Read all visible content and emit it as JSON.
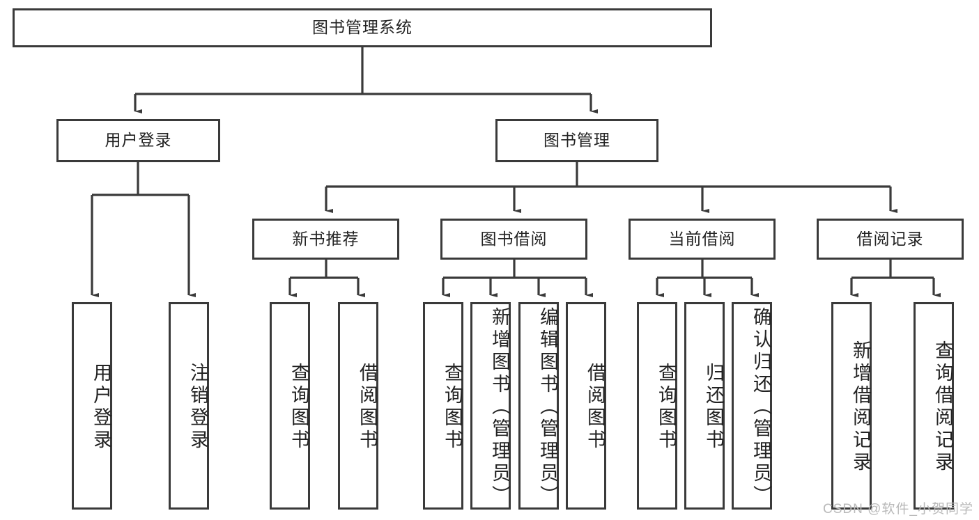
{
  "diagram": {
    "title": "图书管理系统",
    "type": "hierarchy-tree",
    "levels": 4,
    "root": {
      "id": "root",
      "label": "图书管理系统"
    },
    "level2": [
      {
        "id": "user-login",
        "label": "用户登录"
      },
      {
        "id": "book-management",
        "label": "图书管理"
      }
    ],
    "level3": [
      {
        "id": "new-book-recommend",
        "label": "新书推荐",
        "parent": "book-management"
      },
      {
        "id": "book-borrow",
        "label": "图书借阅",
        "parent": "book-management"
      },
      {
        "id": "current-borrow",
        "label": "当前借阅",
        "parent": "book-management"
      },
      {
        "id": "borrow-record",
        "label": "借阅记录",
        "parent": "book-management"
      }
    ],
    "leaves": [
      {
        "id": "leaf-user-login",
        "label": "用户登录",
        "parent": "user-login"
      },
      {
        "id": "leaf-logout-login",
        "label": "注销登录",
        "parent": "user-login"
      },
      {
        "id": "leaf-query-book-1",
        "label": "查询图书",
        "parent": "new-book-recommend"
      },
      {
        "id": "leaf-borrow-book-1",
        "label": "借阅图书",
        "parent": "new-book-recommend"
      },
      {
        "id": "leaf-query-book-2",
        "label": "查询图书",
        "parent": "book-borrow"
      },
      {
        "id": "leaf-add-book",
        "label": "新增图书（管理员）",
        "parent": "book-borrow"
      },
      {
        "id": "leaf-edit-book",
        "label": "编辑图书（管理员）",
        "parent": "book-borrow"
      },
      {
        "id": "leaf-borrow-book-2",
        "label": "借阅图书",
        "parent": "book-borrow"
      },
      {
        "id": "leaf-query-book-3",
        "label": "查询图书",
        "parent": "current-borrow"
      },
      {
        "id": "leaf-return-book",
        "label": "归还图书",
        "parent": "current-borrow"
      },
      {
        "id": "leaf-confirm-return",
        "label": "确认归还（管理员）",
        "parent": "current-borrow"
      },
      {
        "id": "leaf-add-record",
        "label": "新增借阅记录",
        "parent": "borrow-record"
      },
      {
        "id": "leaf-query-record",
        "label": "查询借阅记录",
        "parent": "borrow-record"
      }
    ],
    "colors": {
      "stroke": "#3a3a3a",
      "fill": "#ffffff",
      "text": "#222222",
      "watermark": "#b9b9b9"
    }
  },
  "watermark": {
    "text": "CSDN @软件_小贺同学"
  }
}
